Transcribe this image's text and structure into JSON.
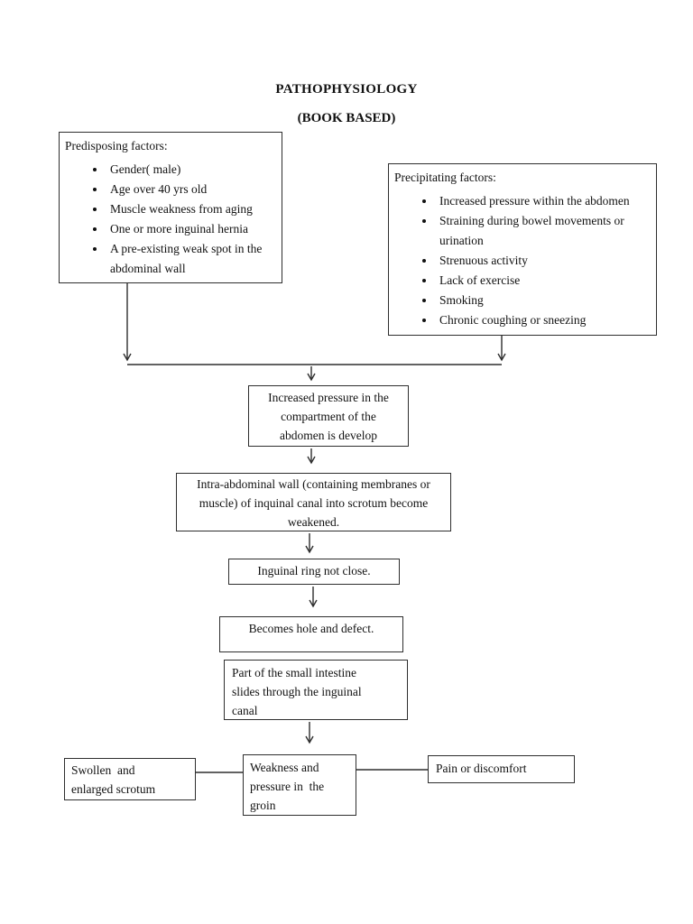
{
  "page": {
    "title": "PATHOPHYSIOLOGY",
    "subtitle": "(BOOK BASED)"
  },
  "predisposing": {
    "heading": "Predisposing factors:",
    "items": [
      "Gender( male)",
      "Age over 40 yrs old",
      "Muscle weakness from aging",
      "One or more inguinal hernia",
      "A pre-existing weak spot in the abdominal wall"
    ]
  },
  "precipitating": {
    "heading": "Precipitating factors:",
    "items": [
      "Increased pressure within the abdomen",
      "Straining during bowel movements or urination",
      "Strenuous activity",
      "Lack of exercise",
      "Smoking",
      "Chronic coughing or sneezing"
    ]
  },
  "flow": {
    "increased_pressure": "Increased pressure in the\ncompartment of the\nabdomen is develop",
    "intra_abdominal": "Intra-abdominal wall (containing membranes or\nmuscle) of inquinal canal into scrotum become\nweakened.",
    "inguinal_ring": "Inguinal ring not close.",
    "becomes_hole": "Becomes hole and defect.",
    "small_intestine": "Part of the small intestine\nslides through the inguinal\ncanal",
    "weakness_groin": "Weakness and\npressure in  the\ngroin",
    "swollen_scrotum": "Swollen  and\nenlarged scrotum",
    "pain_discomfort": "Pain or discomfort"
  },
  "colors": {
    "text": "#111111",
    "border": "#2e2e2e",
    "background": "#ffffff"
  }
}
